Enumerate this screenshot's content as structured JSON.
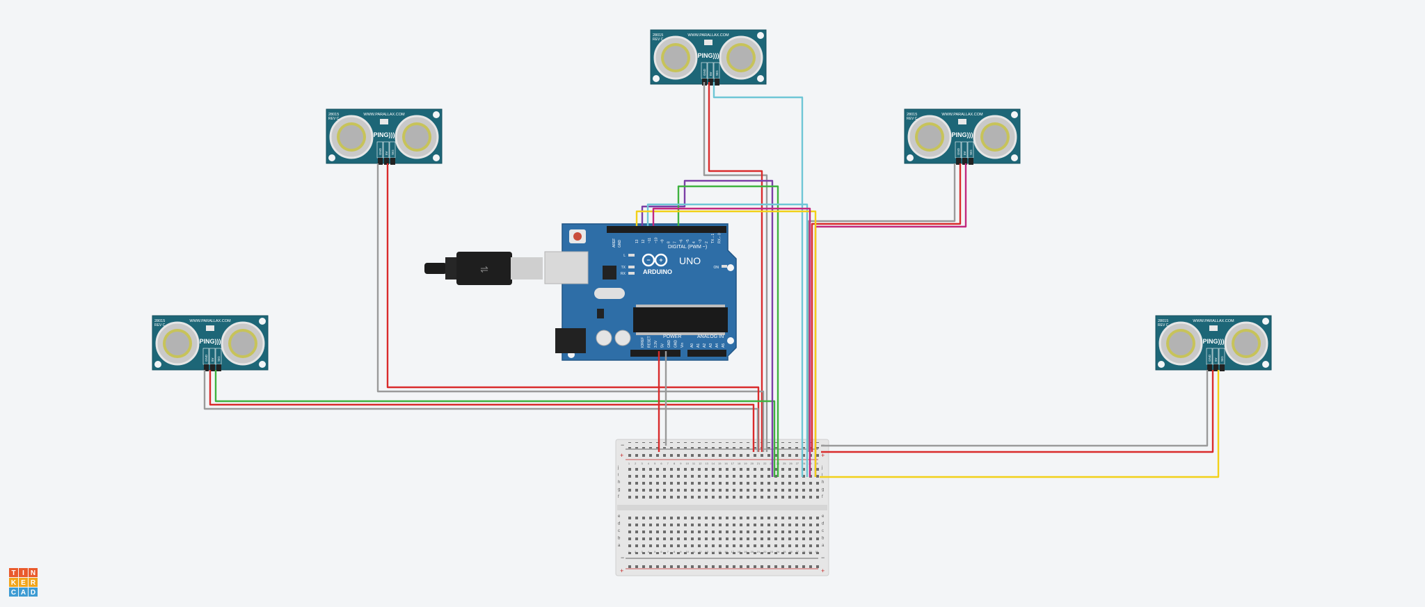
{
  "canvas": {
    "background": "#f3f5f7"
  },
  "arduino": {
    "brand": "ARDUINO",
    "model": "UNO",
    "digital_label": "DIGITAL (PWM ~)",
    "power_label": "POWER",
    "analog_label": "ANALOG IN",
    "on_label": "ON",
    "tx_label": "TX",
    "rx_label": "RX",
    "l_label": "L",
    "aref_label": "AREF",
    "gnd_label": "GND",
    "digital_pins": [
      "13",
      "12",
      "~11",
      "~10",
      "~9",
      "8",
      "7",
      "~6",
      "~5",
      "4",
      "~3",
      "2",
      "TX→1",
      "RX←0"
    ],
    "power_pins": [
      "IOREF",
      "RESET",
      "3.3V",
      "5V",
      "GND",
      "GND",
      "Vin"
    ],
    "analog_pins": [
      "A0",
      "A1",
      "A2",
      "A3",
      "A4",
      "A5"
    ]
  },
  "sensors": [
    {
      "id": "top",
      "part": "28015",
      "rev": "REV C",
      "site": "WWW.PARALLAX.COM",
      "brand": "PING)))",
      "pins": [
        "GND",
        "5V",
        "SIG"
      ]
    },
    {
      "id": "upper-left",
      "part": "28015",
      "rev": "REV C",
      "site": "WWW.PARALLAX.COM",
      "brand": "PING)))",
      "pins": [
        "GND",
        "5V",
        "SIG"
      ]
    },
    {
      "id": "upper-right",
      "part": "28015",
      "rev": "REV C",
      "site": "WWW.PARALLAX.COM",
      "brand": "PING)))",
      "pins": [
        "GND",
        "5V",
        "SIG"
      ]
    },
    {
      "id": "left",
      "part": "28015",
      "rev": "REV C",
      "site": "WWW.PARALLAX.COM",
      "brand": "PING)))",
      "pins": [
        "GND",
        "5V",
        "SIG"
      ]
    },
    {
      "id": "right",
      "part": "28015",
      "rev": "REV C",
      "site": "WWW.PARALLAX.COM",
      "brand": "PING)))",
      "pins": [
        "GND",
        "5V",
        "SIG"
      ]
    }
  ],
  "breadboard": {
    "rail_minus": "−",
    "rail_plus": "+",
    "row_letters_top": [
      "j",
      "i",
      "h",
      "g",
      "f"
    ],
    "row_letters_bottom": [
      "e",
      "d",
      "c",
      "b",
      "a"
    ],
    "columns": 30
  },
  "wire_colors": {
    "gnd": "#9a9a9a",
    "vcc": "#d92b2b",
    "green": "#3fb23f",
    "purple": "#7b3fa6",
    "cyan": "#6ec6d6",
    "magenta": "#c2287e",
    "yellow": "#f2d019"
  },
  "logo": {
    "letters": [
      "T",
      "I",
      "N",
      "K",
      "E",
      "R",
      "C",
      "A",
      "D"
    ],
    "colors": [
      "#e95a2c",
      "#f2a51c",
      "#3d9bd3"
    ]
  }
}
